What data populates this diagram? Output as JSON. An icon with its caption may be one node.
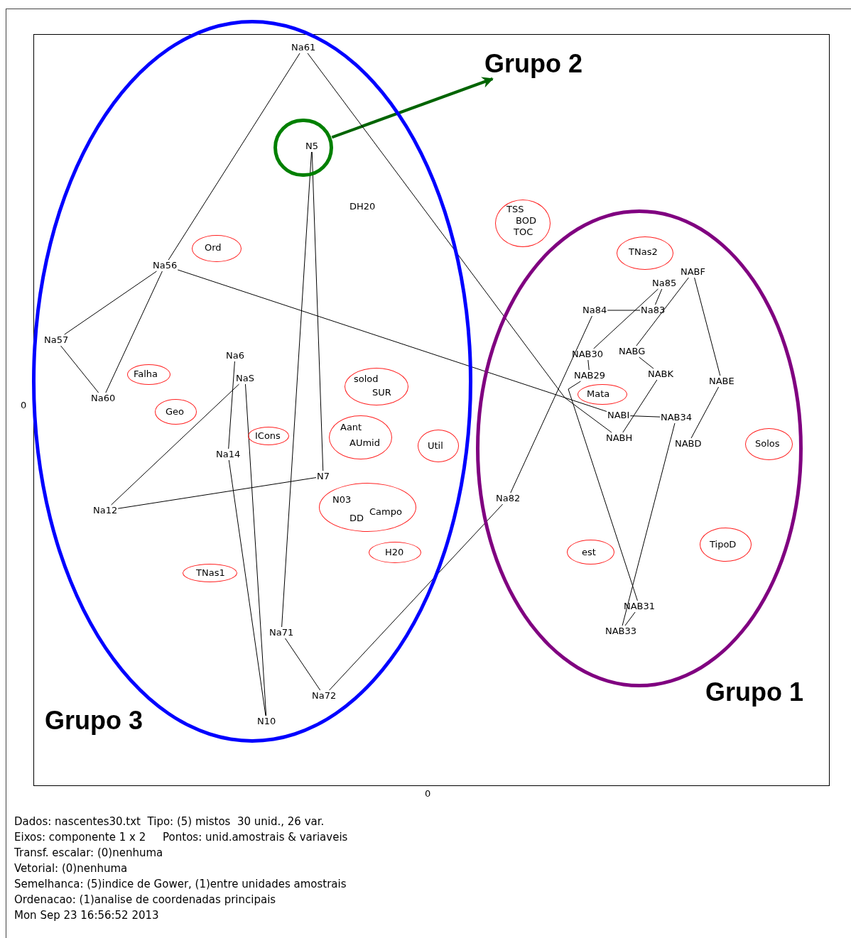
{
  "diagram": {
    "nodes": [
      {
        "text": [
          "Grupo 3"
        ]
      },
      {
        "text": [],
        "shape": "circle",
        "in": 0
      },
      {
        "text": [
          "Grupo 2"
        ]
      },
      {
        "text": [
          "Grupo 1"
        ]
      },
      {
        "text": [
          "Na61"
        ],
        "in": 0
      },
      {
        "text": [
          "N5"
        ],
        "in": 1
      },
      {
        "text": [
          "Na56"
        ],
        "in": 0
      },
      {
        "text": [
          "Na57"
        ],
        "in": 0
      },
      {
        "text": [
          "Na60"
        ],
        "in": 0
      },
      {
        "text": [
          "Na6"
        ],
        "in": 0
      },
      {
        "text": [
          "NaS"
        ],
        "in": 0
      },
      {
        "text": [
          "Na14"
        ],
        "in": 0
      },
      {
        "text": [
          "N7"
        ],
        "in": 0
      },
      {
        "text": [
          "Na12"
        ],
        "in": 0
      },
      {
        "text": [
          "Na71"
        ],
        "in": 0
      },
      {
        "text": [
          "Na72"
        ],
        "in": 0
      },
      {
        "text": [
          "N10"
        ],
        "in": 0
      },
      {
        "text": [
          "Na82"
        ],
        "in": 3
      },
      {
        "text": [
          "Na84"
        ],
        "in": 3
      },
      {
        "text": [
          "Na83"
        ],
        "in": 3
      },
      {
        "text": [
          "Na85"
        ],
        "in": 3
      },
      {
        "text": [
          "NABF"
        ],
        "in": 3
      },
      {
        "text": [
          "NABG"
        ],
        "in": 3
      },
      {
        "text": [
          "NAB30"
        ],
        "in": 3
      },
      {
        "text": [
          "NAB29"
        ],
        "in": 3
      },
      {
        "text": [
          "NABK"
        ],
        "in": 3
      },
      {
        "text": [
          "NABE"
        ],
        "in": 3
      },
      {
        "text": [
          "NABI"
        ],
        "in": 3
      },
      {
        "text": [
          "NAB34"
        ],
        "in": 3
      },
      {
        "text": [
          "NABH"
        ],
        "in": 3
      },
      {
        "text": [
          "NABD"
        ],
        "in": 3
      },
      {
        "text": [
          "NAB31"
        ],
        "in": 3
      },
      {
        "text": [
          "NAB33"
        ],
        "in": 3
      },
      {
        "text": [
          "Ord"
        ],
        "in": 0
      },
      {
        "text": [
          "TSS",
          "BOD",
          "TOC"
        ]
      },
      {
        "text": [
          "TNas2"
        ],
        "in": 3
      },
      {
        "text": [
          "Falha"
        ],
        "in": 0
      },
      {
        "text": [
          "Geo"
        ],
        "in": 0
      },
      {
        "text": [
          "solod",
          "SUR"
        ],
        "in": 0
      },
      {
        "text": [
          "ICons"
        ],
        "in": 0
      },
      {
        "text": [
          "Aant",
          "AUmid"
        ],
        "in": 0
      },
      {
        "text": [
          "Util"
        ],
        "in": 0
      },
      {
        "text": [
          "N03",
          "Campo",
          "DD"
        ],
        "in": 0
      },
      {
        "text": [
          "H20"
        ],
        "in": 0
      },
      {
        "text": [
          "TNas1"
        ],
        "in": 0
      },
      {
        "text": [
          "Mata"
        ],
        "in": 3
      },
      {
        "text": [
          "Solos"
        ],
        "in": 3
      },
      {
        "text": [
          "est"
        ],
        "in": 3
      },
      {
        "text": [
          "TipoD"
        ],
        "in": 3
      }
    ],
    "edges": [
      {
        "from": 1,
        "to": 2,
        "arrow": "to",
        "style": "thick",
        "color": "#006400"
      },
      {
        "from": 4,
        "to": 6,
        "arrow": "none"
      },
      {
        "from": 4,
        "to": 29,
        "arrow": "none"
      },
      {
        "from": 6,
        "to": 7,
        "arrow": "none"
      },
      {
        "from": 6,
        "to": 8,
        "arrow": "none"
      },
      {
        "from": 7,
        "to": 8,
        "arrow": "none"
      },
      {
        "from": 6,
        "to": 27,
        "arrow": "none"
      },
      {
        "from": 27,
        "to": 28,
        "arrow": "none"
      },
      {
        "from": 5,
        "to": 12,
        "arrow": "none"
      },
      {
        "from": 5,
        "to": 14,
        "arrow": "none"
      },
      {
        "from": 9,
        "to": 11,
        "arrow": "none"
      },
      {
        "from": 11,
        "to": 16,
        "arrow": "none"
      },
      {
        "from": 10,
        "to": 16,
        "arrow": "none"
      },
      {
        "from": 13,
        "to": 10,
        "arrow": "none"
      },
      {
        "from": 13,
        "to": 12,
        "arrow": "none"
      },
      {
        "from": 14,
        "to": 15,
        "arrow": "none"
      },
      {
        "from": 15,
        "to": 17,
        "arrow": "none"
      },
      {
        "from": 17,
        "to": 18,
        "arrow": "none"
      },
      {
        "from": 18,
        "to": 19,
        "arrow": "none"
      },
      {
        "from": 19,
        "to": 20,
        "arrow": "none"
      },
      {
        "from": 20,
        "to": 23,
        "arrow": "none"
      },
      {
        "from": 21,
        "to": 22,
        "arrow": "none"
      },
      {
        "from": 21,
        "to": 26,
        "arrow": "none"
      },
      {
        "from": 22,
        "to": 25,
        "arrow": "none"
      },
      {
        "from": 25,
        "to": 29,
        "arrow": "none"
      },
      {
        "from": 26,
        "to": 30,
        "arrow": "none"
      },
      {
        "from": 23,
        "to": 24,
        "arrow": "none"
      },
      {
        "from": 24,
        "to": 31,
        "arrow": "none"
      },
      {
        "from": 28,
        "to": 32,
        "arrow": "none"
      },
      {
        "from": 31,
        "to": 32,
        "arrow": "none"
      }
    ],
    "labels": [
      "DH20",
      "0",
      "0",
      "Dados: nascentes30.txt  Tipo: (5) mistos  30 unid., 26 var.",
      "Eixos: componente 1 x 2     Pontos: unid.amostrais & variaveis",
      "Transf. escalar: (0)nenhuma",
      "Vetorial: (0)nenhuma",
      "Semelhanca: (5)indice de Gower, (1)entre unidades amostrais",
      "Ordenacao: (1)analise de coordenadas principais",
      "Mon Sep 23 16:56:52 2013"
    ]
  }
}
